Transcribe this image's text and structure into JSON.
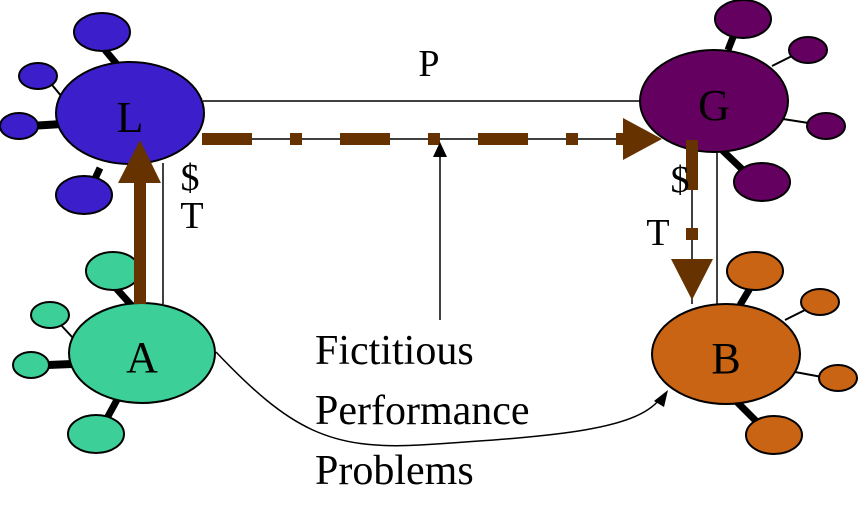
{
  "diagram": {
    "title_label": "P",
    "nodes": {
      "L": {
        "label": "L",
        "color": "#3c1ecb"
      },
      "G": {
        "label": "G",
        "color": "#64005f"
      },
      "A": {
        "label": "A",
        "color": "#3ccf97"
      },
      "B": {
        "label": "B",
        "color": "#c86414"
      }
    },
    "edge_labels": {
      "left_money": "$",
      "left_transfer": "T",
      "right_money": "$",
      "right_transfer": "T"
    },
    "annotation": {
      "line1": "Fictitious",
      "line2": "Performance",
      "line3": "Problems"
    },
    "colors": {
      "flow_arrow": "#663300",
      "line": "#000000"
    }
  }
}
